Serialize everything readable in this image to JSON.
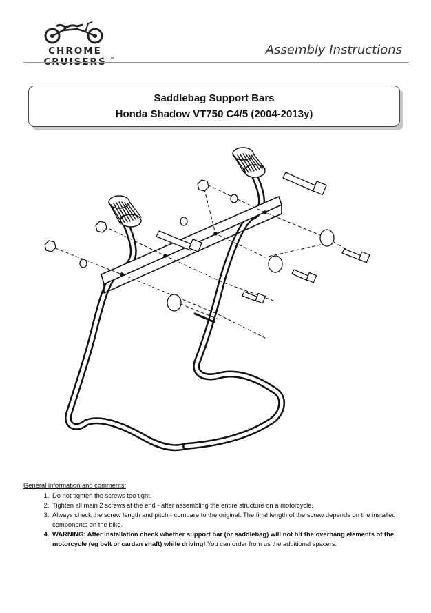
{
  "header": {
    "brand_name": "CHROME CRUISERS",
    "brand_domain": ".CO.UK",
    "doc_title": "Assembly Instructions",
    "logo_icon": "motorcycle-icon"
  },
  "title": {
    "line1": "Saddlebag Support Bars",
    "line2": "Honda Shadow VT750 C4/5 (2004-2013y)"
  },
  "diagram": {
    "icon": "exploded-assembly-diagram"
  },
  "notes": {
    "heading": "General information and comments:",
    "items": [
      {
        "text": "Do not tighten the screws too tight."
      },
      {
        "text": "Tighten all main 2 screws at the end - after assembling the entire structure on a motorcycle."
      },
      {
        "text": "Always check the screw length and pitch - compare to the original. The final length of the screw depends on the installed components on the bike."
      },
      {
        "bold": "WARNING: After installation check whether support bar (or saddlebag) will not hit the overhang elements of the motorcycle (eg belt or cardan shaft) while driving!",
        "plain": " You can order from us the additional spacers."
      }
    ]
  }
}
